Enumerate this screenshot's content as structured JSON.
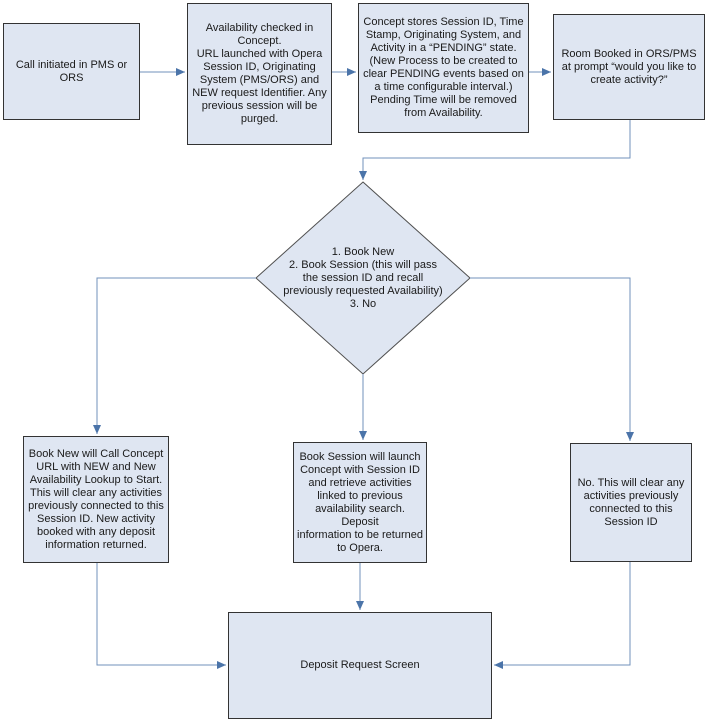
{
  "diagram": {
    "type": "flowchart",
    "colors": {
      "node_fill": "#dfe6f2",
      "node_border": "#333333",
      "diamond_border": "#4f4f4f",
      "connector_line": "#7191bb",
      "arrowhead": "#4b74a9",
      "text": "#1a1a1a",
      "background": "#ffffff"
    },
    "nodes": {
      "call_initiated": {
        "text": "Call initiated in PMS or\nORS"
      },
      "availability_checked": {
        "text": "Availability checked in\nConcept.\nURL launched with Opera\nSession ID, Originating\nSystem (PMS/ORS) and\nNEW request Identifier. Any\nprevious session will be\npurged."
      },
      "concept_stores": {
        "text": "Concept stores Session ID, Time\nStamp, Originating System, and\nActivity in a “PENDING” state.\n(New Process to be created to\nclear PENDING events based on\na time configurable interval.)\nPending Time will be removed\nfrom Availability."
      },
      "room_booked": {
        "text": "Room Booked in ORS/PMS\nat prompt “would you like to\ncreate activity?”"
      },
      "decision": {
        "text": "1. Book New\n2. Book Session (this will pass\nthe session ID and recall\npreviously requested Availability)\n3. No"
      },
      "book_new": {
        "text": "Book New will Call Concept\nURL with NEW and New\nAvailability Lookup to Start.\nThis will clear any activities\npreviously connected to this\nSession ID. New activity\nbooked with any deposit\ninformation returned."
      },
      "book_session": {
        "text": "Book Session will launch\nConcept with Session ID\nand retrieve activities\nlinked to previous\navailability search. Deposit\ninformation to be returned\nto Opera."
      },
      "no_clear": {
        "text": "No. This will clear any\nactivities previously\nconnected to this\nSession ID"
      },
      "deposit_request": {
        "text": "Deposit Request Screen"
      }
    },
    "edges": [
      {
        "from": "call_initiated",
        "to": "availability_checked"
      },
      {
        "from": "availability_checked",
        "to": "concept_stores"
      },
      {
        "from": "concept_stores",
        "to": "room_booked"
      },
      {
        "from": "room_booked",
        "to": "decision"
      },
      {
        "from": "decision",
        "to": "book_new"
      },
      {
        "from": "decision",
        "to": "book_session"
      },
      {
        "from": "decision",
        "to": "no_clear"
      },
      {
        "from": "book_new",
        "to": "deposit_request"
      },
      {
        "from": "book_session",
        "to": "deposit_request"
      },
      {
        "from": "no_clear",
        "to": "deposit_request"
      }
    ]
  }
}
